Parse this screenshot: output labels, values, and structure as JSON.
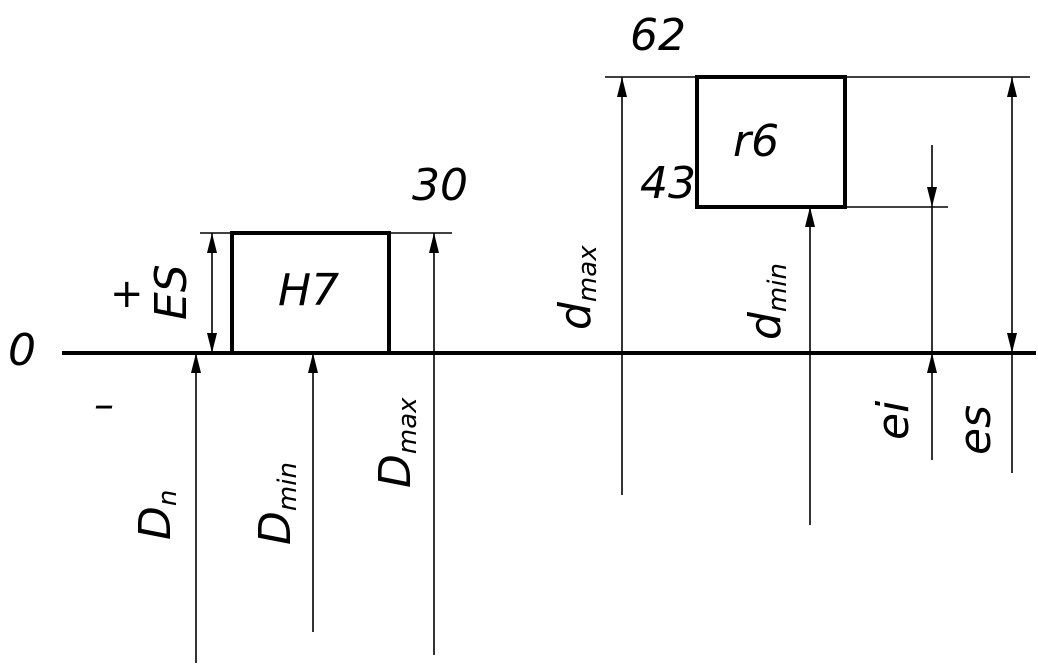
{
  "zero_line": {
    "label": "0",
    "plus_sign": "+",
    "minus_sign": "–"
  },
  "hole": {
    "field_label": "H7",
    "upper_deviation_value": "30",
    "es_label": "ES",
    "nominal_symbol": {
      "base": "D",
      "sub": "n"
    },
    "min_symbol": {
      "base": "D",
      "sub": "min"
    },
    "max_symbol": {
      "base": "D",
      "sub": "max"
    }
  },
  "shaft": {
    "field_label": "r6",
    "upper_deviation_value": "62",
    "lower_deviation_value": "43",
    "max_symbol": {
      "base": "d",
      "sub": "max"
    },
    "min_symbol": {
      "base": "d",
      "sub": "min"
    },
    "ei_label": "ei",
    "es_label": "es"
  }
}
